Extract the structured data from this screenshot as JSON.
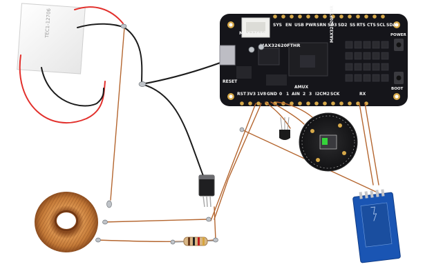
{
  "components": {
    "peltier": {
      "marking": "TEC1-12706"
    },
    "mcu_board": {
      "chip_marking_1": "MAX77650",
      "chip_marking_2": "MAX32620FTHR",
      "side_marking": "MAX32620FTHR",
      "top_header_labels": [
        "SYS",
        "EN",
        "USB",
        "PWR",
        "SRN",
        "SD3",
        "SD2",
        "SS",
        "RTS",
        "CTS",
        "SCL",
        "SDA"
      ],
      "bottom_header_labels": [
        "RST",
        "3V3",
        "1V8",
        "GND",
        "0",
        "1",
        "AIN",
        "2",
        "3",
        "I2CM2",
        "SCK",
        "RX"
      ],
      "reset_label": "RESET",
      "power_label": "POWER",
      "boot_label": "BOOT",
      "aux_label": "AMUX"
    },
    "colors": {
      "board": "#15151a",
      "copper_wire": "#b4652e",
      "red_lead": "#e2302c",
      "black_lead": "#1c1c1c",
      "bluetooth_module": "#1a55b3",
      "sensor_led": "#35d43a"
    }
  }
}
